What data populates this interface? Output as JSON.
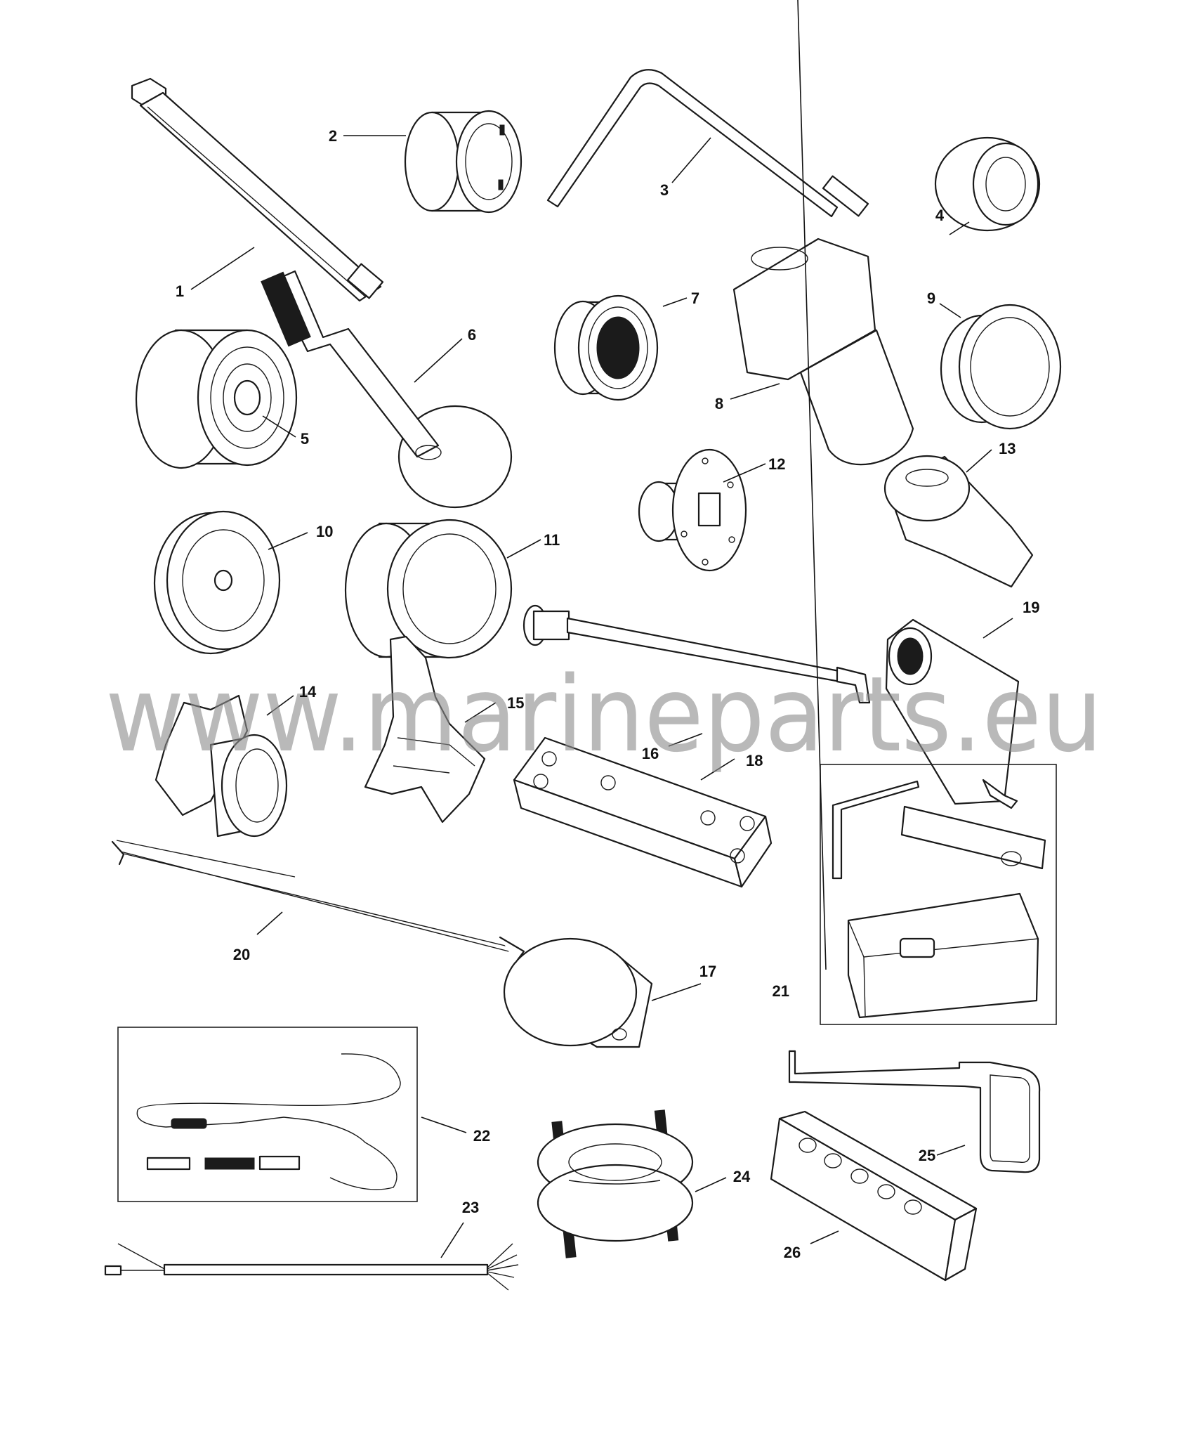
{
  "watermark": "www.marineparts.eu",
  "callouts": [
    "1",
    "2",
    "3",
    "4",
    "5",
    "6",
    "7",
    "8",
    "9",
    "10",
    "11",
    "12",
    "13",
    "14",
    "15",
    "16",
    "17",
    "18",
    "19",
    "20",
    "21",
    "22",
    "23",
    "24",
    "25",
    "26"
  ],
  "parts": [
    {
      "callout": "1",
      "icon": "long-hex-shaft-tool-icon"
    },
    {
      "callout": "2",
      "icon": "slotted-socket-sleeve-icon"
    },
    {
      "callout": "3",
      "icon": "bent-rod-tool-icon"
    },
    {
      "callout": "4",
      "icon": "small-ring-adapter-icon"
    },
    {
      "callout": "5",
      "icon": "bearing-driver-cup-icon"
    },
    {
      "callout": "6",
      "icon": "splined-shaft-with-flange-icon"
    },
    {
      "callout": "7",
      "icon": "splined-socket-icon"
    },
    {
      "callout": "8",
      "icon": "stepped-cylinder-holder-icon"
    },
    {
      "callout": "9",
      "icon": "ring-sleeve-icon"
    },
    {
      "callout": "10",
      "icon": "driver-disc-icon"
    },
    {
      "callout": "11",
      "icon": "large-sleeve-icon"
    },
    {
      "callout": "12",
      "icon": "flange-adapter-icon"
    },
    {
      "callout": "13",
      "icon": "stepped-sleeve-icon"
    },
    {
      "callout": "14",
      "icon": "knob-nut-tool-icon"
    },
    {
      "callout": "15",
      "icon": "bracket-tool-icon"
    },
    {
      "callout": "16",
      "icon": "gauge-rod-icon"
    },
    {
      "callout": "17",
      "icon": "dome-cap-tool-icon"
    },
    {
      "callout": "18",
      "icon": "drilled-plate-icon"
    },
    {
      "callout": "19",
      "icon": "splined-block-icon"
    },
    {
      "callout": "20",
      "icon": "wire-probe-leads-icon"
    },
    {
      "callout": "21",
      "icon": "alignment-kit-case-icon"
    },
    {
      "callout": "22",
      "icon": "diagnostic-cable-set-icon"
    },
    {
      "callout": "23",
      "icon": "wiring-harness-icon"
    },
    {
      "callout": "24",
      "icon": "bearing-separator-icon"
    },
    {
      "callout": "25",
      "icon": "handle-bracket-tool-icon"
    },
    {
      "callout": "26",
      "icon": "marked-gauge-block-icon"
    }
  ]
}
